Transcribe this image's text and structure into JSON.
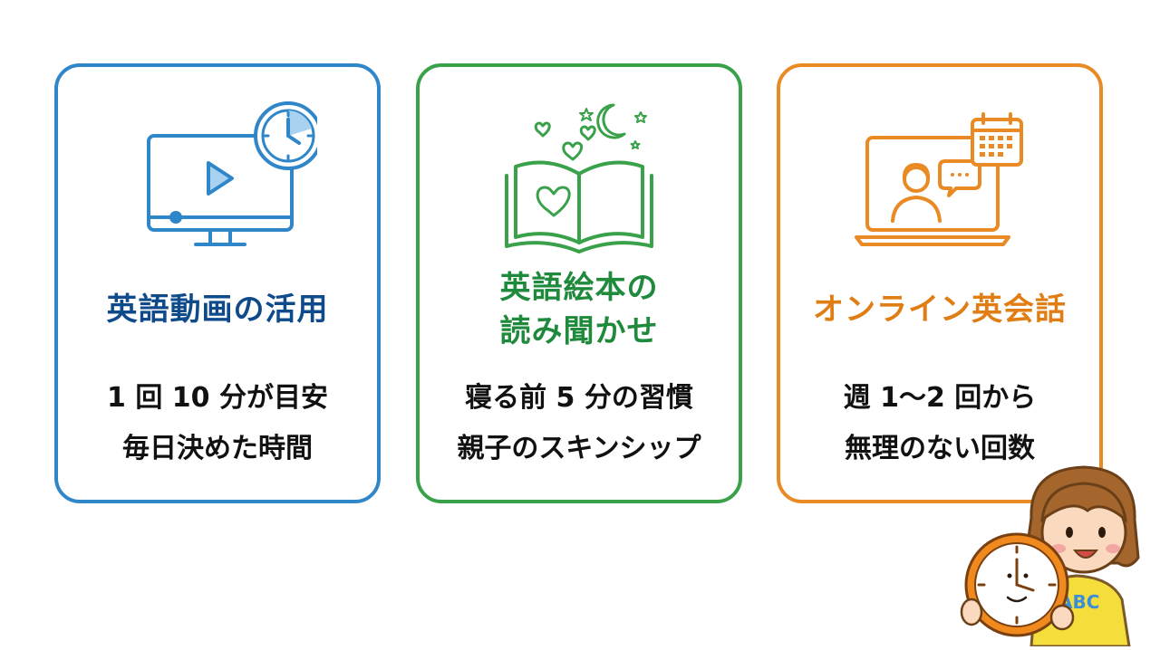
{
  "cards": [
    {
      "title_lines": [
        "英語動画の活用"
      ],
      "desc_lines": [
        "1 回 10 分が目安",
        "毎日決めた時間"
      ],
      "icon": "tv-clock-icon",
      "color": "#2f86c8"
    },
    {
      "title_lines": [
        "英語絵本の",
        "読み聞かせ"
      ],
      "desc_lines": [
        "寝る前 5 分の習慣",
        "親子のスキンシップ"
      ],
      "icon": "open-book-hearts-icon",
      "color": "#3aa14b"
    },
    {
      "title_lines": [
        "オンライン英会話"
      ],
      "desc_lines": [
        "週 1〜2 回から",
        "無理のない回数"
      ],
      "icon": "laptop-video-call-icon",
      "color": "#ea8a24"
    }
  ],
  "illustration": {
    "icon": "girl-holding-clock-illustration",
    "shirt_text": "ABC"
  }
}
